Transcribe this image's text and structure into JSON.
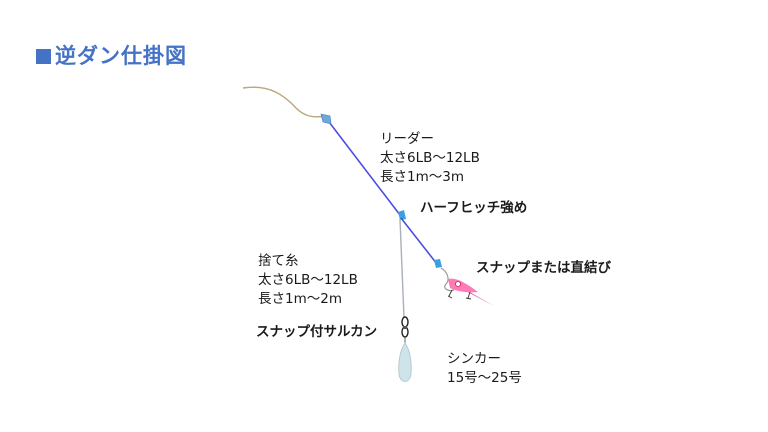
{
  "title": "逆ダン仕掛図",
  "labels": {
    "leader": {
      "name": "リーダー",
      "thickness": "太さ6LB〜12LB",
      "length": "長さ1m〜3m"
    },
    "knot": "ハーフヒッチ強め",
    "snap_lure": "スナップまたは直結び",
    "sute_ito": {
      "name": "捨て糸",
      "thickness": "太さ6LB〜12LB",
      "length": "長さ1m〜2m"
    },
    "snap_swivel": "スナップ付サルカン",
    "sinker": {
      "name": "シンカー",
      "weight": "15号〜25号"
    }
  },
  "colors": {
    "title": "#4472c4",
    "main_line": "#b8a77a",
    "leader_line": "#4a4fe0",
    "sute_ito_line": "#aab0bb",
    "knot": "#3aa0e0",
    "lure": "#e8388a",
    "sinker": "#cfe3ea"
  }
}
